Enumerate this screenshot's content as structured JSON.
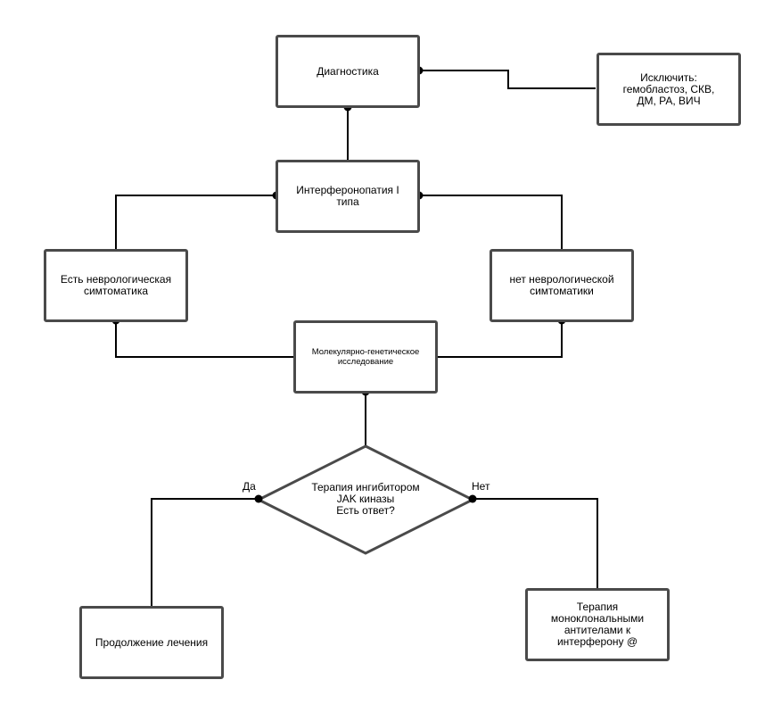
{
  "nodes": {
    "diagnostics": "Диагностика",
    "exclude": "Исключить:\nгемобластоз, СКВ,\nДМ, РА, ВИЧ",
    "interferonopathy": "Интерферонопатия I\nтипа",
    "neuro_yes": "Есть неврологическая\nсимтоматика",
    "neuro_no": "нет неврологической\nсимтоматики",
    "genetic": "Молекулярно-генетическое\nисследование",
    "jak_decision": "Терапия ингибитором\nJAK киназы\nЕсть ответ?",
    "continue": "Продолжение лечения",
    "antibody": "Терапия\nмоноклональными\nантителами к\nинтерферону @"
  },
  "edge_labels": {
    "yes": "Да",
    "no": "Нет"
  },
  "colors": {
    "stroke": "#4a4a4a",
    "line": "#000000"
  }
}
